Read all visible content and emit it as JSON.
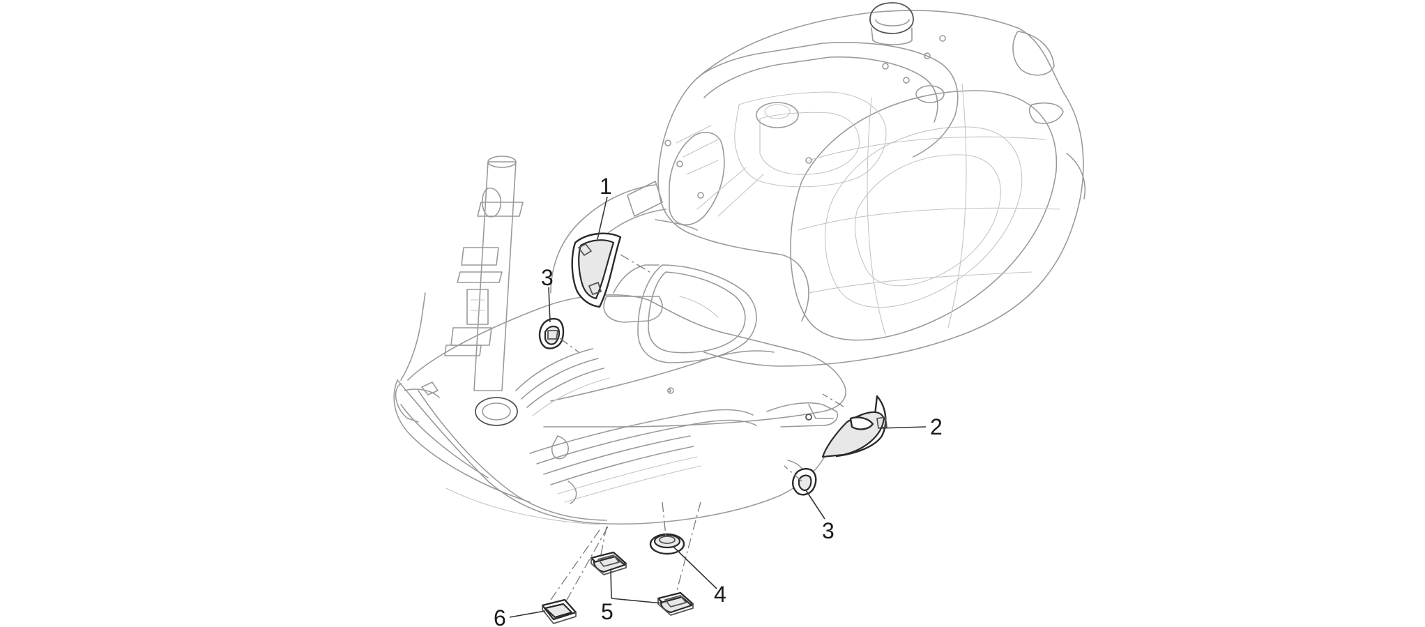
{
  "callouts": [
    {
      "id": "c1",
      "label": "1"
    },
    {
      "id": "c2",
      "label": "2"
    },
    {
      "id": "c3a",
      "label": "3"
    },
    {
      "id": "c3b",
      "label": "3"
    },
    {
      "id": "c4",
      "label": "4"
    },
    {
      "id": "c5",
      "label": "5"
    },
    {
      "id": "c6",
      "label": "6"
    }
  ],
  "colors": {
    "line": "#9a9a9a",
    "part": "#2a2a2a",
    "text": "#1a1a1a",
    "background": "#ffffff"
  }
}
